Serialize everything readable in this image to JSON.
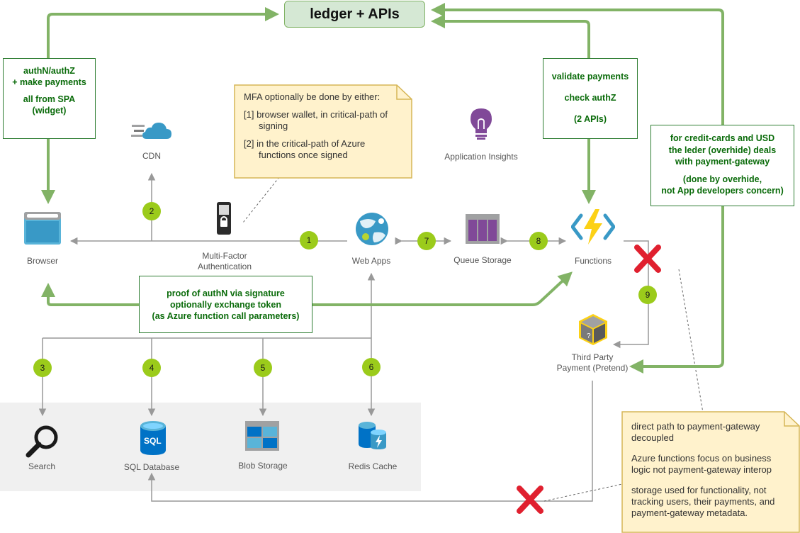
{
  "title": "ledger + APIs",
  "boxes": {
    "authn": [
      "authN/authZ",
      "+ make payments",
      "",
      "all from SPA",
      "(widget)"
    ],
    "validate": [
      "validate payments",
      "",
      "check authZ",
      "",
      "(2 APIs)"
    ],
    "creditcards": [
      "for credit-cards and USD",
      "the leder (overhide) deals",
      "with payment-gateway",
      "",
      "(done by overhide,",
      "not App developers concern)"
    ],
    "proof": [
      "proof of authN via signature",
      "optionally exchange token",
      "(as Azure function call parameters)"
    ]
  },
  "notes": {
    "mfa": {
      "intro": "MFA optionally be done by either:",
      "opt1a": "[1] browser wallet, in critical-path of",
      "opt1b": "signing",
      "opt2a": "[2] in the critical-path of Azure",
      "opt2b": "functions once signed"
    },
    "decoupled": {
      "l1": "direct path to payment-gateway",
      "l2": "decoupled",
      "l3": "Azure functions focus on business",
      "l4": "logic not payment-gateway interop",
      "l5": "storage used for functionality, not",
      "l6": "tracking users, their payments, and",
      "l7": "payment-gateway metadata."
    }
  },
  "nodes": {
    "browser": "Browser",
    "cdn": "CDN",
    "mfa1": "Multi-Factor",
    "mfa2": "Authentication",
    "webapps": "Web Apps",
    "queue": "Queue Storage",
    "functions": "Functions",
    "insights": "Application Insights",
    "thirdparty1": "Third Party",
    "thirdparty2": "Payment (Pretend)",
    "search": "Search",
    "sql": "SQL Database",
    "sql_glyph": "SQL",
    "blob": "Blob Storage",
    "redis": "Redis Cache",
    "question_glyph": "?"
  },
  "badges": [
    "1",
    "2",
    "3",
    "4",
    "5",
    "6",
    "7",
    "8",
    "9"
  ],
  "colors": {
    "green_arrow": "#82b366",
    "gray_arrow": "#999999",
    "badge": "#9bcb1b",
    "note_fill": "#fff2cc",
    "title_fill": "#d5e8d4",
    "x_mark": "#e0202f",
    "azure_blue": "#0078d4"
  },
  "icons": [
    "browser-icon",
    "cdn-icon",
    "phone-lock-icon",
    "web-apps-globe-icon",
    "queue-storage-icon",
    "functions-bolt-icon",
    "lightbulb-icon",
    "cube-icon",
    "search-icon",
    "sql-database-icon",
    "blob-storage-icon",
    "redis-cache-icon",
    "x-mark-icon"
  ]
}
